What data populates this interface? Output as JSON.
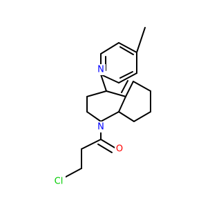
{
  "molecule": {
    "atoms": [
      {
        "id": "N1",
        "label": "N",
        "color": "#0000ff"
      },
      {
        "id": "N2",
        "label": "N",
        "color": "#0000ff"
      },
      {
        "id": "O1",
        "label": "O",
        "color": "#ff0000"
      },
      {
        "id": "Cl1",
        "label": "Cl",
        "color": "#00cc00"
      }
    ],
    "bond_color": "#000000",
    "background": "#ffffff"
  }
}
